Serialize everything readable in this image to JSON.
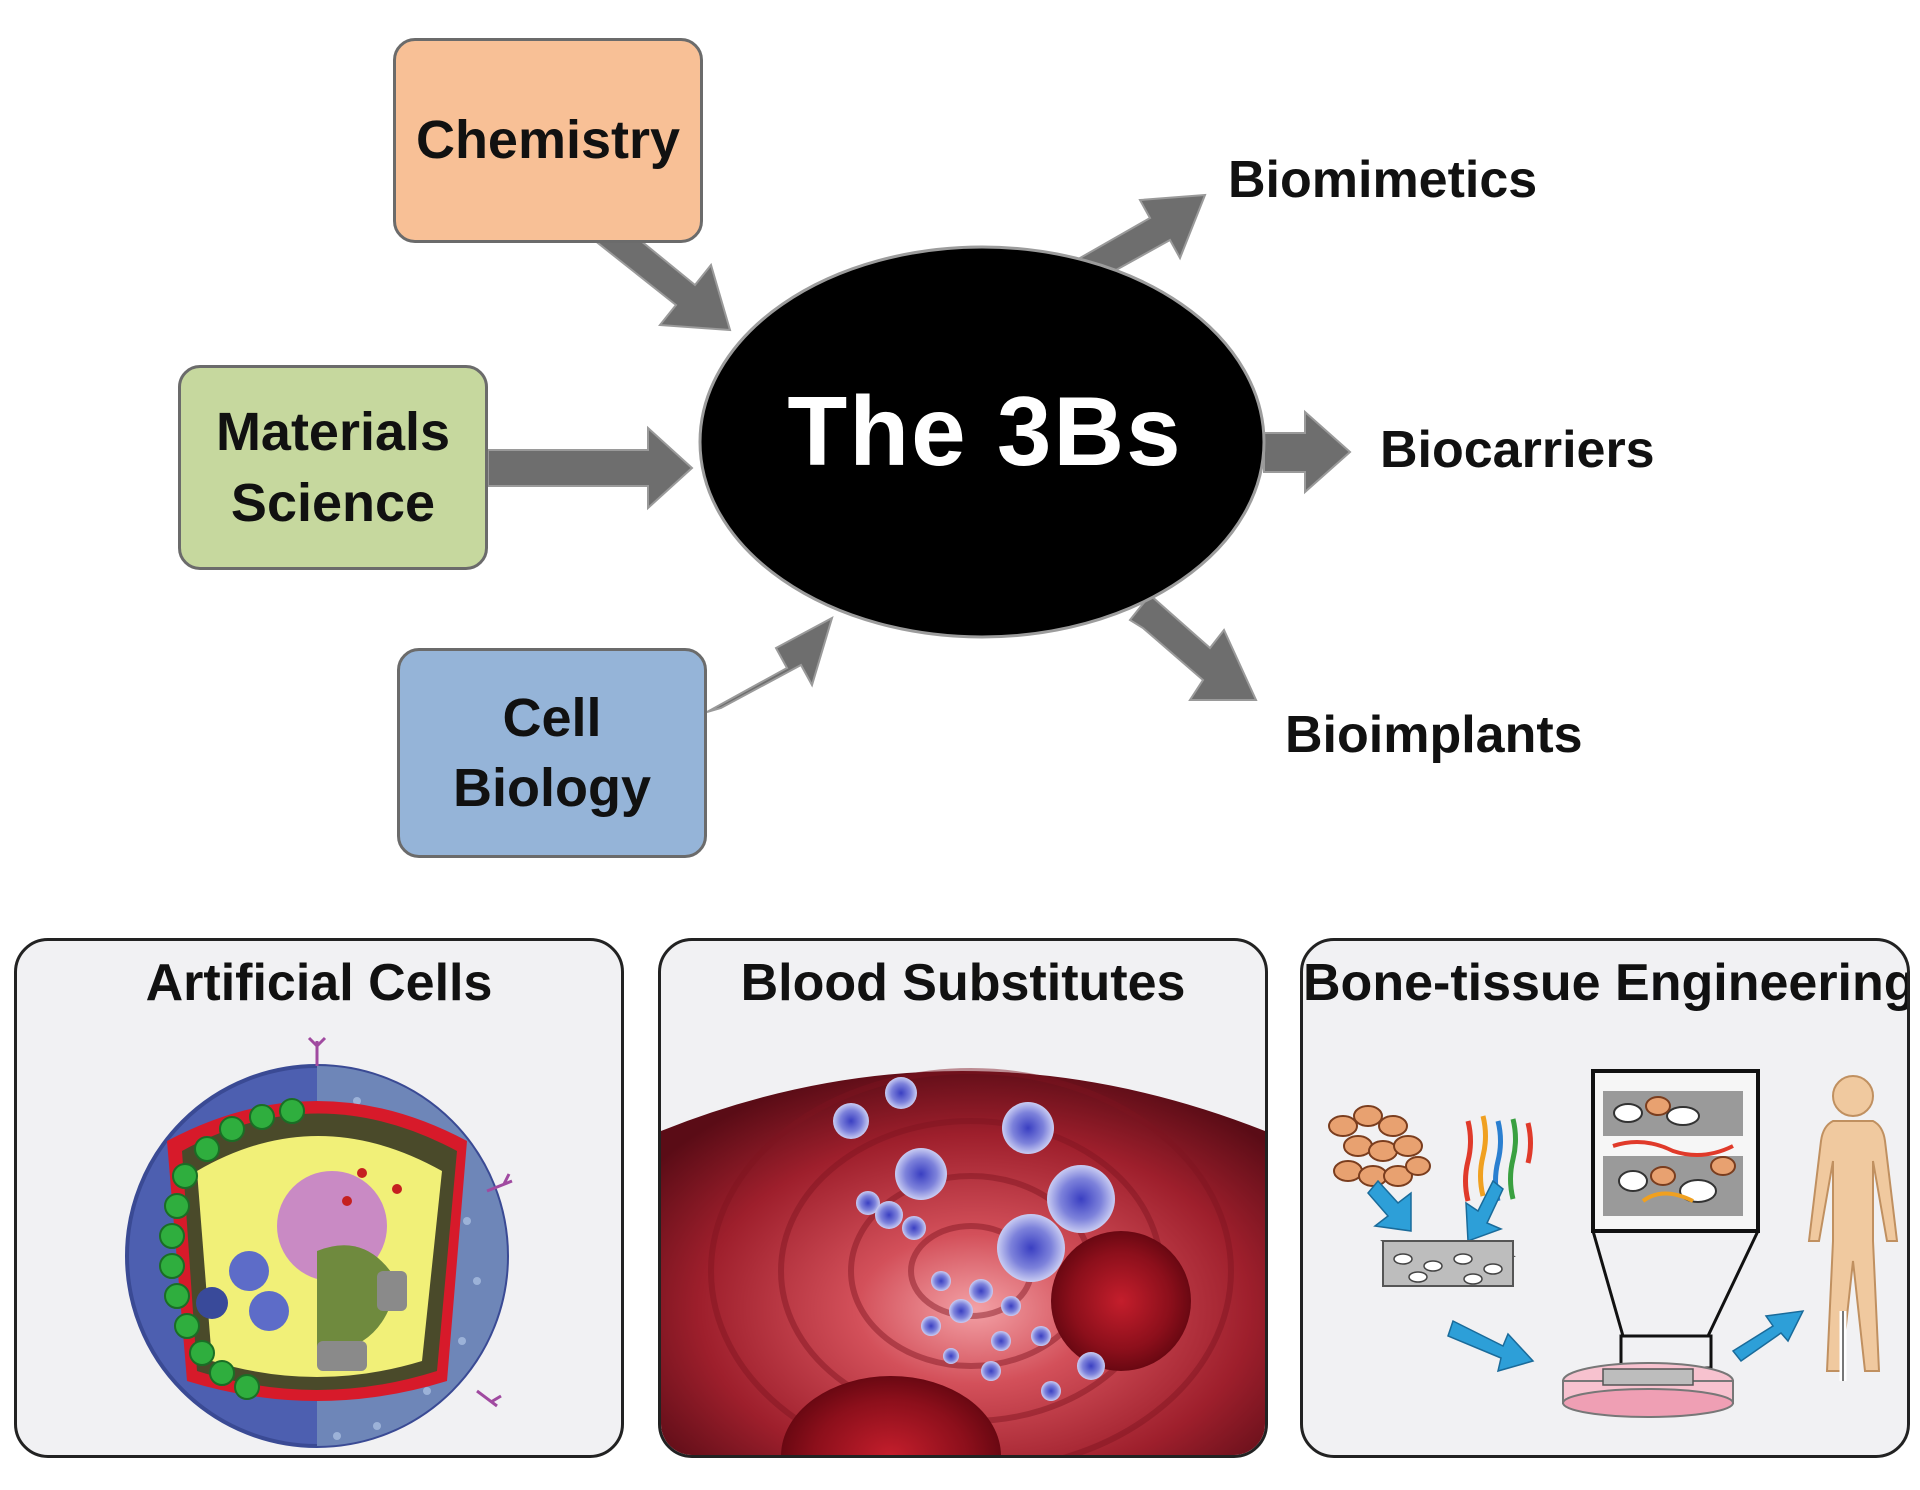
{
  "inputs": [
    {
      "label": "Chemistry",
      "color": "#f8c096"
    },
    {
      "label": "Materials\nScience",
      "color": "#c6d89e"
    },
    {
      "label": "Cell Biology",
      "color": "#95b4d8"
    }
  ],
  "hub": {
    "label": "The 3Bs",
    "color": "#000000"
  },
  "outputs": [
    "Biomimetics",
    "Biocarriers",
    "Bioimplants"
  ],
  "arrow_color": "#6e6e6e",
  "panels": [
    {
      "title": "Artificial Cells"
    },
    {
      "title": "Blood Substitutes"
    },
    {
      "title": "Bone-tissue Engineering"
    }
  ]
}
